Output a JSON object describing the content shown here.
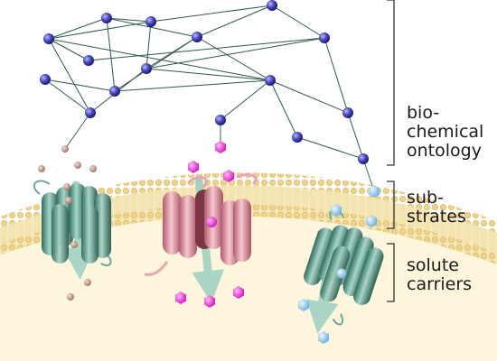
{
  "labels": {
    "ontology": "bio-\nchemical\nontology",
    "substrates": "sub-\nstrates",
    "solute_carriers": "solute\ncarriers"
  },
  "colors": {
    "node": "#3b3bb0",
    "edge": "#2e5a4a",
    "membrane_head": "#f0d58c",
    "membrane_tail": "#f6e6b6",
    "cytoplasm": "#fdf6dc",
    "carrier_green": "#4f8f80",
    "carrier_pink": "#d98a96",
    "substrate_tan": "#c9998a",
    "substrate_magenta": "#e838d6",
    "substrate_blue": "#8cc4ec",
    "arrow": "#9ccfc0"
  },
  "icons": [
    "network-node-icon",
    "transporter-icon",
    "substrate-molecule-icon",
    "bracket-icon"
  ]
}
